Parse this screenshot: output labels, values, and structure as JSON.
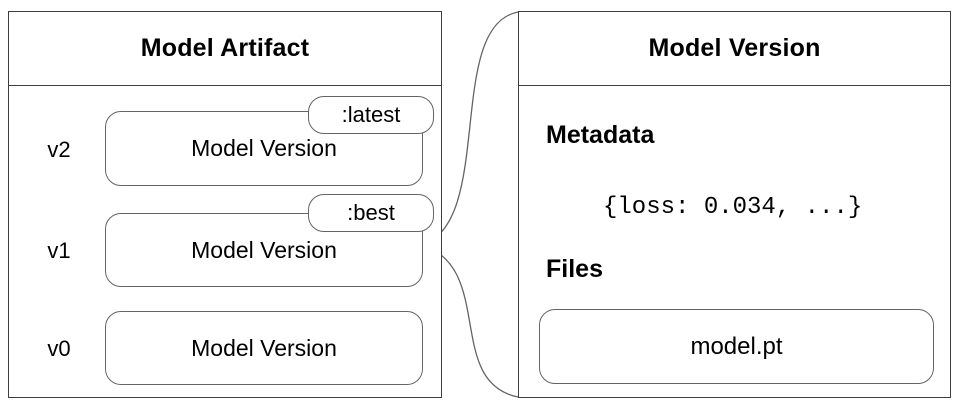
{
  "diagram": {
    "artifact_panel": {
      "title": "Model Artifact",
      "rows": [
        {
          "version": "v2",
          "box_label": "Model Version",
          "tag": ":latest"
        },
        {
          "version": "v1",
          "box_label": "Model Version",
          "tag": ":best"
        },
        {
          "version": "v0",
          "box_label": "Model Version"
        }
      ]
    },
    "version_panel": {
      "title": "Model Version",
      "metadata_heading": "Metadata",
      "metadata_value": "{loss: 0.034, ...}",
      "files_heading": "Files",
      "files": [
        "model.pt"
      ]
    },
    "colors": {
      "panel_border": "#3e3e3e",
      "box_border": "#646464",
      "connector": "#646464",
      "text": "#000000",
      "background": "#ffffff"
    }
  }
}
